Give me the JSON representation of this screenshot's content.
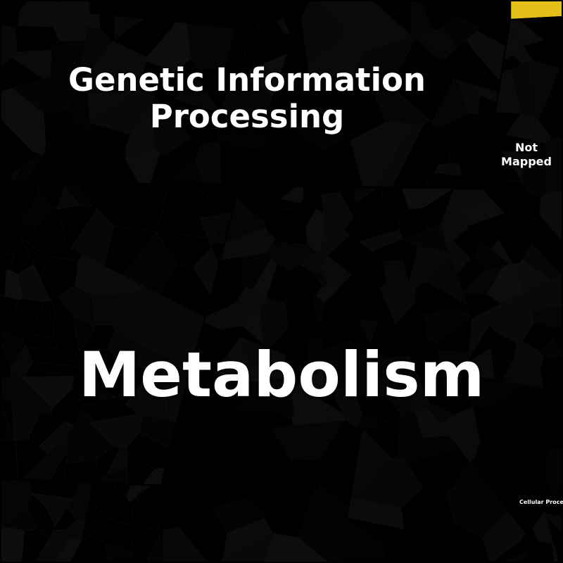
{
  "regions": {
    "genetic_information_processing": {
      "label_line1": "Genetic Information",
      "label_line2": "Processing",
      "color": "#5b67f0"
    },
    "metabolism": {
      "label": "Metabolism",
      "color_yellow": "#f6b42a",
      "color_brown": "#a2602b"
    },
    "not_mapped": {
      "label_line1": "Not",
      "label_line2": "Mapped",
      "color": "#5a5c62"
    },
    "cellular_processes": {
      "label": "Cellular Processes",
      "color": "#e0284e"
    }
  }
}
